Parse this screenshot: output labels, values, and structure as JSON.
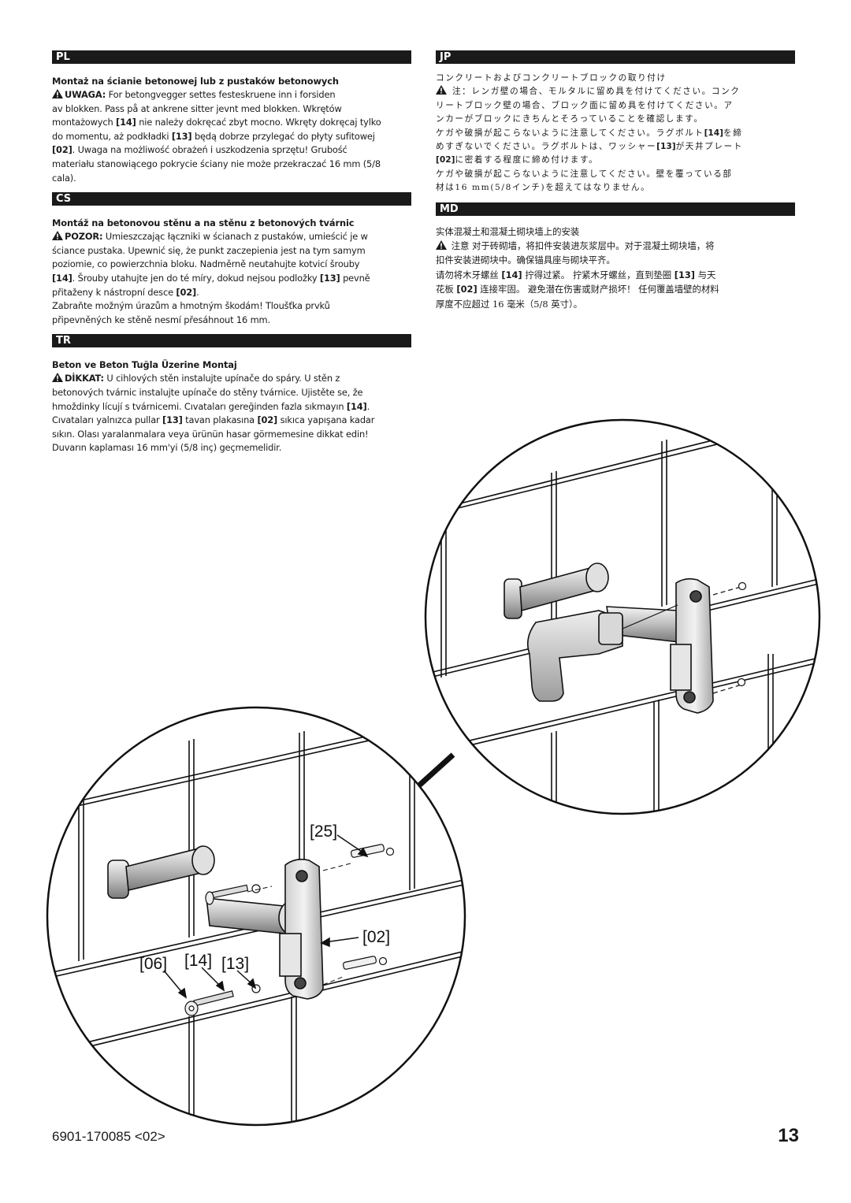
{
  "sections": {
    "pl": {
      "code": "PL",
      "title": "Montaż na ścianie betonowej lub z pustaków betonowych",
      "warn_label": "UWAGA:",
      "lines": [
        " For betongvegger settes festeskruene inn i forsiden",
        "av blokken. Pass på at ankrene sitter jevnt med blokken. Wkrętów",
        "montażowych [14] nie należy dokręcać zbyt mocno.  Wkręty dokręcaj tylko",
        "do momentu, aż podkładki [13] będą dobrze przylegać do płyty sufitowej",
        "[02]. Uwaga na możliwość obrażeń i uszkodzenia sprzętu! Grubość",
        "materiału stanowiącego pokrycie ściany nie może przekraczać 16 mm (5/8",
        "cala)."
      ]
    },
    "cs": {
      "code": "CS",
      "title": "Montáž na betonovou stěnu a na stěnu z betonových tvárnic",
      "warn_label": "POZOR:",
      "lines": [
        " Umieszczając łączniki w ścianach z pustaków, umieścić je w",
        "ściance pustaka. Upewnić się, że punkt zaczepienia jest na tym samym",
        "poziomie, co powierzchnia bloku. Nadměrně neutahujte kotvicí šrouby",
        "[14].  Šrouby utahujte jen do té míry, dokud nejsou podložky [13] pevně",
        "přitaženy k nástropní desce [02].",
        "Zabraňte možným úrazům a hmotným škodám! Tloušťka prvků",
        "připevněných ke stěně nesmí přesáhnout 16 mm."
      ]
    },
    "tr": {
      "code": "TR",
      "title": "Beton ve Beton Tuğla Üzerine Montaj",
      "warn_label": "DİKKAT:",
      "lines": [
        " U cihlových stěn instalujte upínače do spáry. U stěn z",
        "betonových tvárnic instalujte upínače do stěny tvárnice. Ujistěte se, že",
        "hmoždinky lícují s tvárnicemi. Cıvataları gereğinden fazla sıkmayın [14].",
        "Cıvataları yalnızca pullar [13] tavan plakasına [02] sıkıca yapışana kadar",
        "sıkın. Olası yaralanmalara veya ürünün hasar görmemesine dikkat edin!",
        "Duvarın kaplaması 16 mm'yi (5/8 inç) geçmemelidir."
      ]
    },
    "jp": {
      "code": "JP",
      "title": "コンクリートおよびコンクリートブロックの取り付け",
      "lines": [
        " 注：レンガ壁の場合、モルタルに留め具を付けてください。コンク",
        "リートブロック壁の場合、ブロック面に留め具を付けてください。ア",
        "ンカーがブロックにきちんとそろっていることを確認します。",
        "ケガや破損が起こらないように注意してください。ラグボルト[14]を締",
        "めすぎないでください。ラグボルトは、ワッシャー[13]が天井プレート",
        "[02]に密着する程度に締め付けます。",
        "ケガや破損が起こらないように注意してください。壁を覆っている部",
        "材は16 mm(5/8インチ)を超えてはなりません。"
      ]
    },
    "md": {
      "code": "MD",
      "title": "实体混凝土和混凝土砌块墙上的安装",
      "lines": [
        " 注意   对于砖砌墙，将扣件安装进灰浆层中。对于混凝土砌块墙，将",
        "扣件安装进砌块中。确保锚具座与砌块平齐。",
        "请勿将木牙螺丝 [14] 拧得过紧。   拧紧木牙螺丝，直到垫圈 [13] 与天",
        "花板 [02] 连接牢固。 避免潜在伤害或财产损坏！ 任何覆盖墙壁的材料",
        "厚度不应超过 16 毫米（5/8 英寸）。"
      ]
    }
  },
  "callouts": {
    "c25": "[25]",
    "c02": "[02]",
    "c06": "[06]",
    "c14": "[14]",
    "c13": "[13]"
  },
  "footer": {
    "doc_code": "6901-170085 <02>",
    "page_number": "13"
  }
}
